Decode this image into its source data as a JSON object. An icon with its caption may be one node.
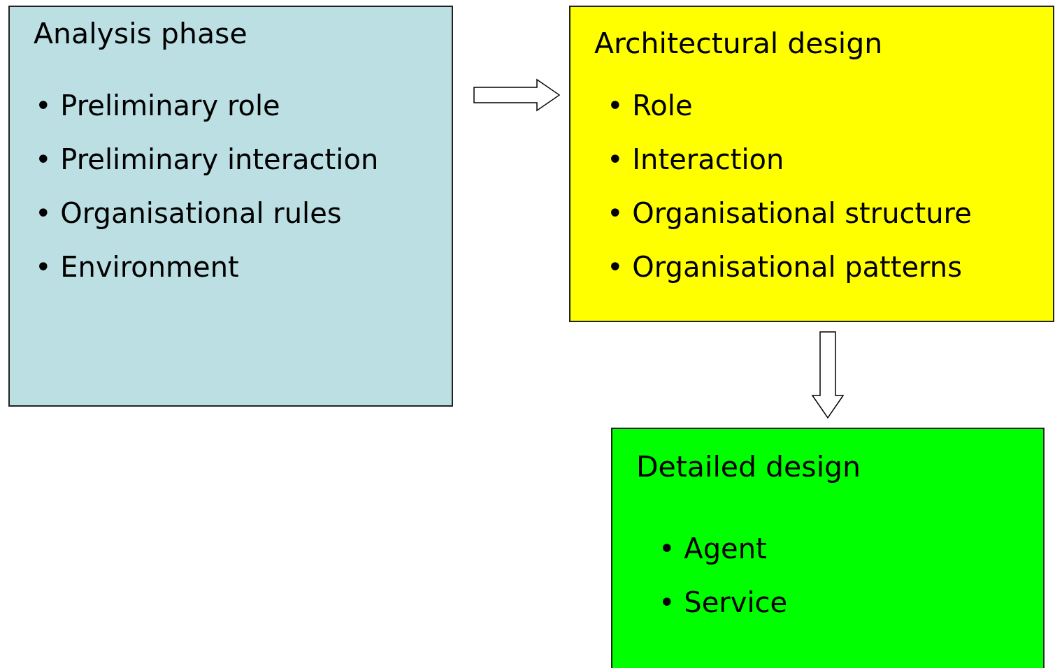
{
  "diagram": {
    "nodes": [
      {
        "text": [
          "Analysis phase",
          "• Preliminary role",
          "• Preliminary interaction",
          "• Organisational rules",
          "• Environment"
        ]
      },
      {
        "text": [
          "Architectural design",
          "• Role",
          "• Interaction",
          "• Organisational structure",
          "• Organisational patterns"
        ]
      },
      {
        "text": [
          "Detailed design",
          "• Agent",
          "• Service"
        ]
      }
    ],
    "edges": [
      {
        "from": 0,
        "to": 1,
        "arrow": "to"
      },
      {
        "from": 1,
        "to": 2,
        "arrow": "to"
      }
    ]
  }
}
